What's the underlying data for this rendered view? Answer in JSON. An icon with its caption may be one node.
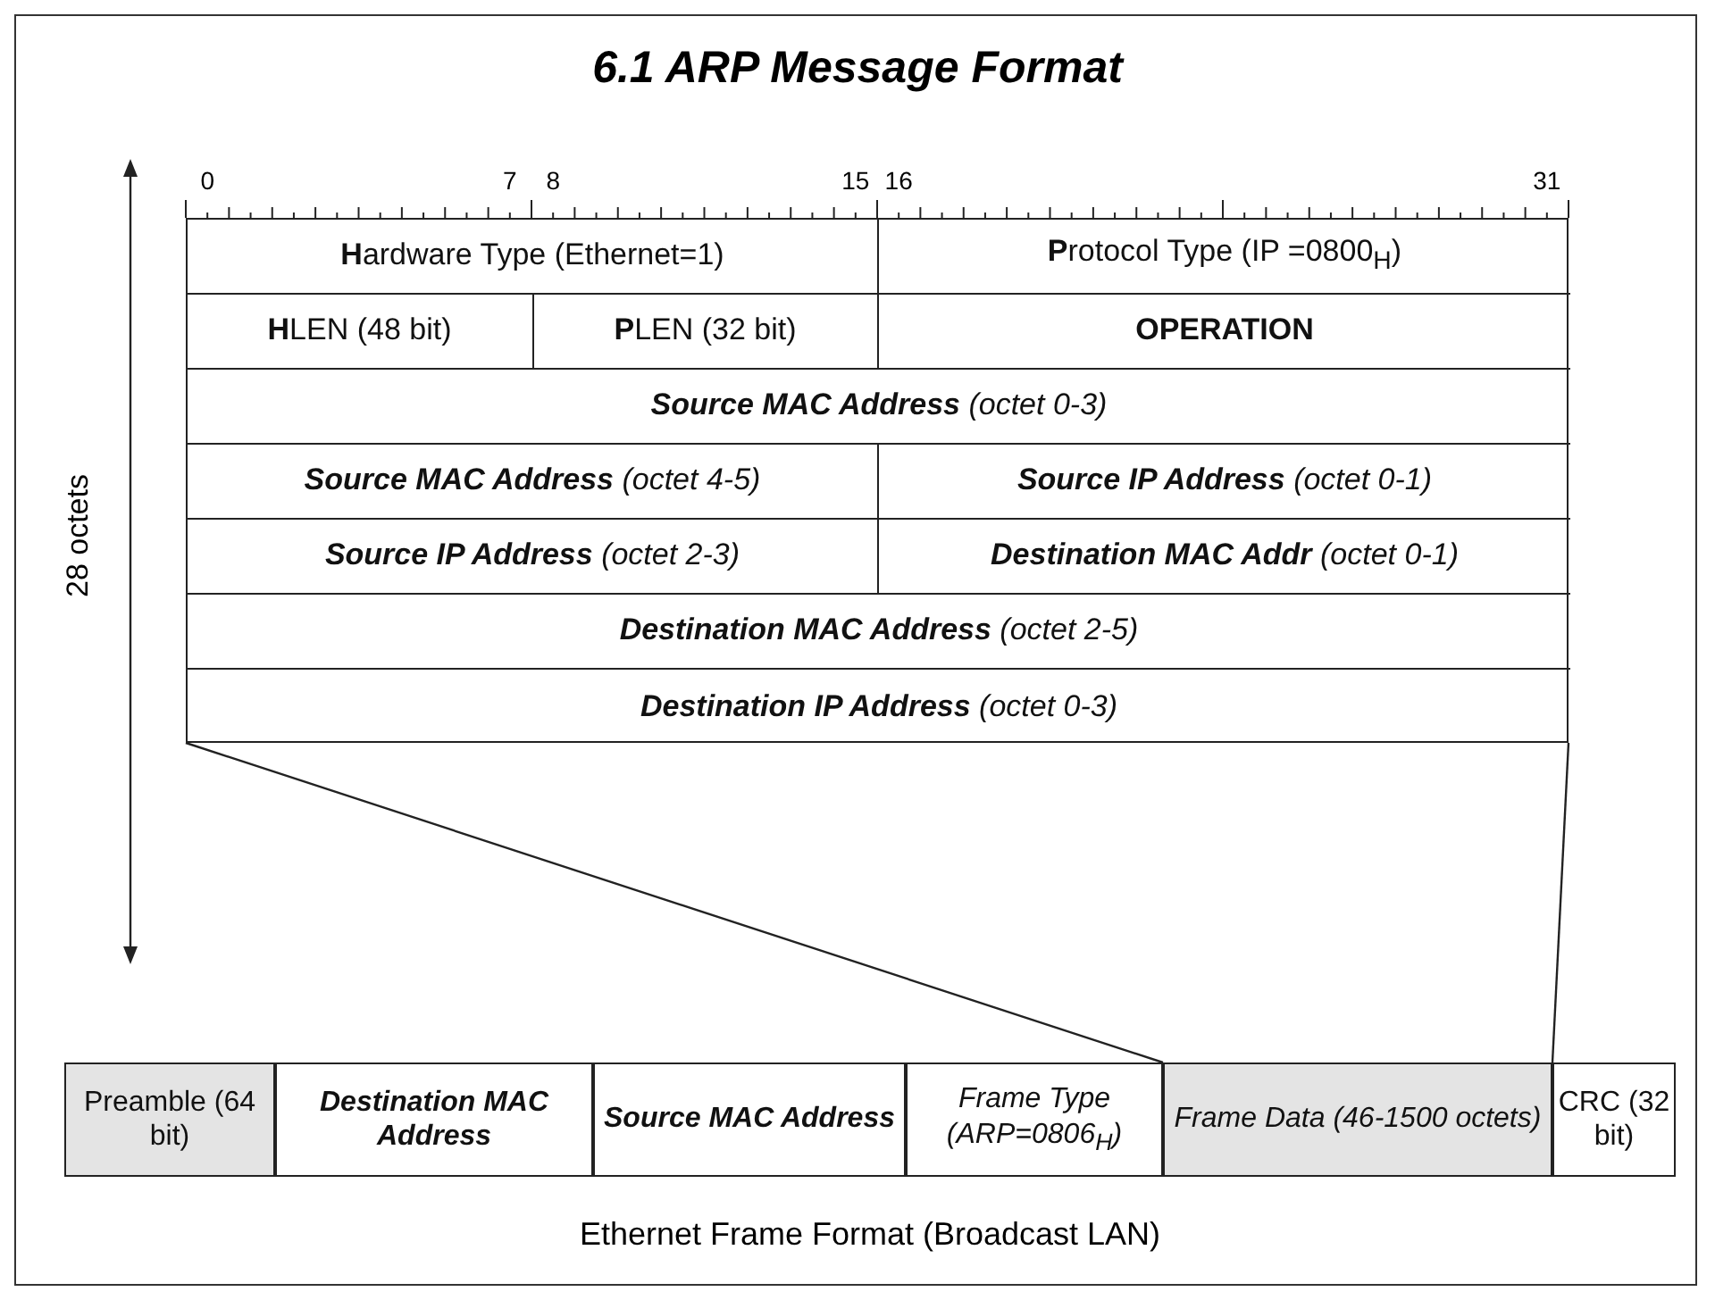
{
  "diagram": {
    "title": "6.1 ARP Message Format",
    "nodes": [
      {
        "text": [],
        "shape": "box"
      },
      {
        "text": [
          "**H**ardware Type (Ethernet=1)"
        ],
        "in": 0
      },
      {
        "text": [
          "**P**rotocol Type (IP =0800$_{H}$)"
        ],
        "in": 0
      },
      {
        "text": [
          "**H**LEN (48 bit)"
        ],
        "in": 0
      },
      {
        "text": [
          "**P**LEN (32 bit)"
        ],
        "in": 0
      },
      {
        "text": [
          "**OPERATION**"
        ],
        "in": 0
      },
      {
        "text": [
          "**Source MAC Address** (octet 0-3)"
        ],
        "in": 0
      },
      {
        "text": [
          "**Source MAC Address** (octet 4-5)"
        ],
        "in": 0
      },
      {
        "text": [
          "**Source IP Address** (octet 0-1)"
        ],
        "in": 0
      },
      {
        "text": [
          "**Source IP Address** (octet 2-3)"
        ],
        "in": 0
      },
      {
        "text": [
          "**Destination MAC Addr** (octet 0-1)"
        ],
        "in": 0
      },
      {
        "text": [
          "**Destination MAC Address** (octet 2-5)"
        ],
        "in": 0
      },
      {
        "text": [
          "**Destination IP Address** (octet 0-3)"
        ],
        "in": 0
      },
      {
        "text": [
          "Ethernet Frame Format (Broadcast LAN)"
        ]
      },
      {
        "text": [
          "Preamble (64 bit)"
        ],
        "in": 13
      },
      {
        "text": [
          "**Destination MAC Address**"
        ],
        "in": 13
      },
      {
        "text": [
          "**Source MAC Address**"
        ],
        "in": 13
      },
      {
        "text": [
          "Frame Type (ARP=0806$_{H}$)"
        ],
        "in": 13
      },
      {
        "text": [
          "Frame Data (46-1500 octets)"
        ],
        "in": 13
      },
      {
        "text": [
          "CRC (32 bit)"
        ],
        "in": 13
      }
    ],
    "edges": [
      {
        "from": 0,
        "to": 18,
        "arrow": "none"
      },
      {
        "from": 0,
        "to": 18,
        "arrow": "none"
      }
    ],
    "labels": [
      "0",
      "7",
      "8",
      "15",
      "16",
      "31",
      "28 octets"
    ]
  }
}
